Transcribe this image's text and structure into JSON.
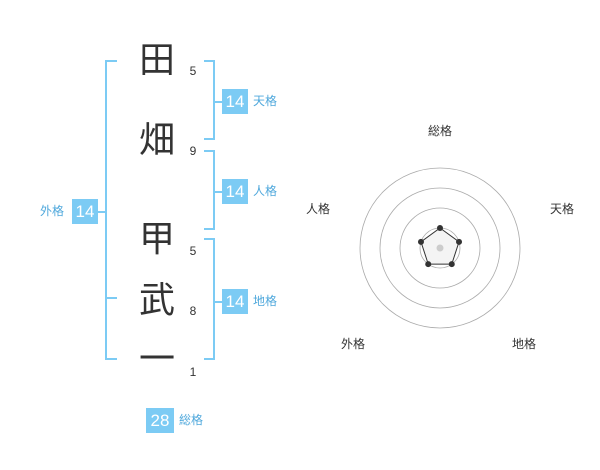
{
  "name": {
    "characters": [
      {
        "char": "田",
        "strokes": "5"
      },
      {
        "char": "畑",
        "strokes": "9"
      },
      {
        "char": "甲",
        "strokes": "5"
      },
      {
        "char": "武",
        "strokes": "8"
      },
      {
        "char": "一",
        "strokes": "1"
      }
    ]
  },
  "fortunes": {
    "tenkaku": {
      "value": "14",
      "label": "天格"
    },
    "jinkaku": {
      "value": "14",
      "label": "人格"
    },
    "chikaku": {
      "value": "14",
      "label": "地格"
    },
    "gaikaku": {
      "value": "14",
      "label": "外格"
    },
    "soukaku": {
      "value": "28",
      "label": "総格"
    }
  },
  "radar": {
    "labels": {
      "soukaku": "総格",
      "tenkaku": "天格",
      "chikaku": "地格",
      "gaikaku": "外格",
      "jinkaku": "人格"
    },
    "levels": 4,
    "values": {
      "soukaku": 1,
      "tenkaku": 1,
      "chikaku": 1,
      "gaikaku": 1,
      "jinkaku": 1
    },
    "colors": {
      "ring": "#aaaaaa",
      "line": "#333333",
      "fill": "#f4f4f4",
      "center": "#cccccc"
    }
  }
}
